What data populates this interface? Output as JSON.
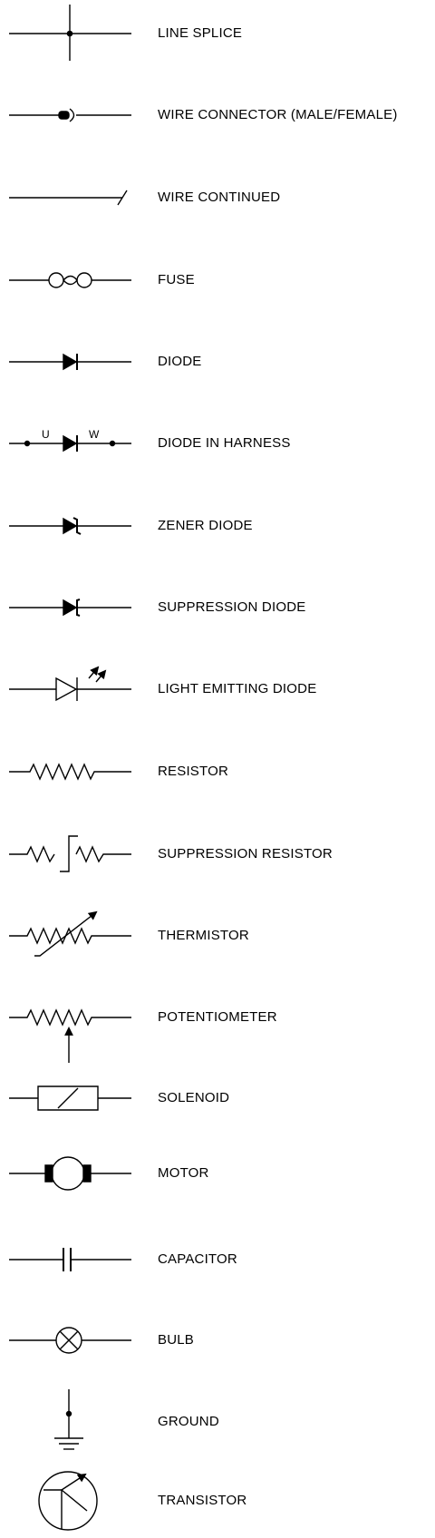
{
  "legend": {
    "line_splice": "LINE SPLICE",
    "wire_connector": "WIRE CONNECTOR (MALE/FEMALE)",
    "wire_continued": "WIRE CONTINUED",
    "fuse": "FUSE",
    "diode": "DIODE",
    "diode_in_harness": "DIODE IN HARNESS",
    "diode_in_harness_u": "U",
    "diode_in_harness_w": "W",
    "zener_diode": "ZENER DIODE",
    "suppression_diode": "SUPPRESSION DIODE",
    "led": "LIGHT EMITTING DIODE",
    "resistor": "RESISTOR",
    "suppression_resistor": "SUPPRESSION RESISTOR",
    "thermistor": "THERMISTOR",
    "potentiometer": "POTENTIOMETER",
    "solenoid": "SOLENOID",
    "motor": "MOTOR",
    "capacitor": "CAPACITOR",
    "bulb": "BULB",
    "ground": "GROUND",
    "transistor": "TRANSISTOR"
  }
}
